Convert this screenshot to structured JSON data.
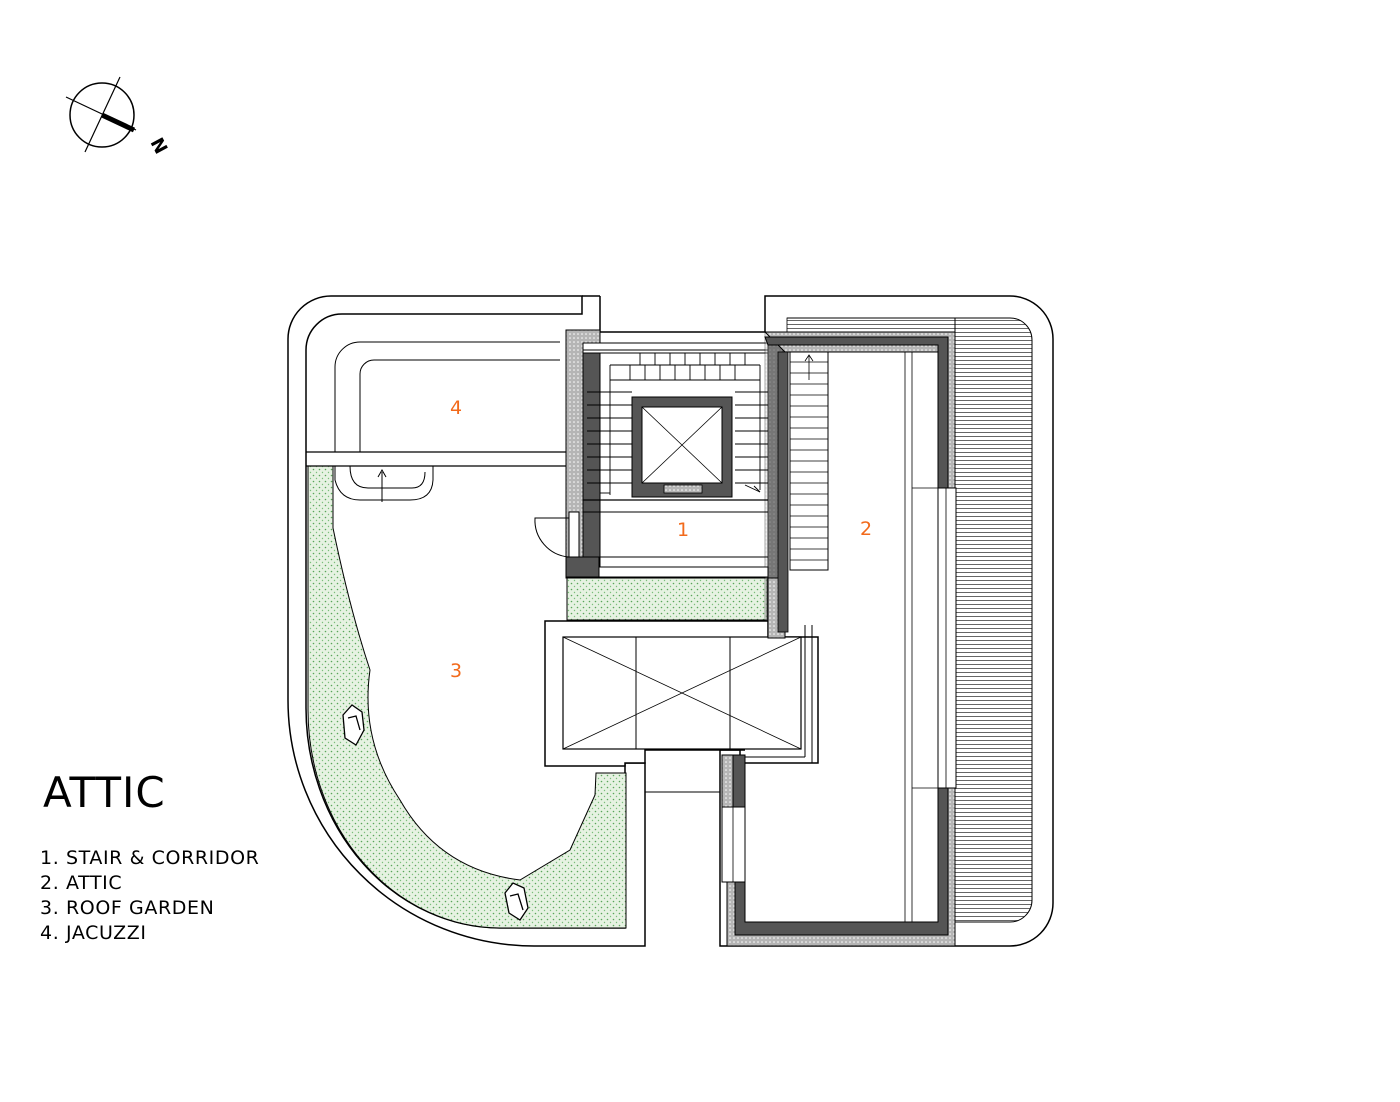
{
  "drawing": {
    "title": "ATTIC",
    "north_label": "N",
    "room_tags": [
      "1",
      "2",
      "3",
      "4"
    ],
    "legend": [
      "1. STAIR & CORRIDOR",
      "2. ATTIC",
      "3. ROOF GARDEN",
      "4. JACUZZI"
    ]
  },
  "colors": {
    "line": "#000000",
    "wall_fill": "#555555",
    "insulation_fill": "#b5b5b5",
    "garden_fill": "#e6f2e2",
    "garden_dots": "#5aa55a",
    "room_label": "#f26a1b"
  },
  "icons": {
    "north_arrow": "north-arrow-icon",
    "boulders": "boulder-icon"
  }
}
